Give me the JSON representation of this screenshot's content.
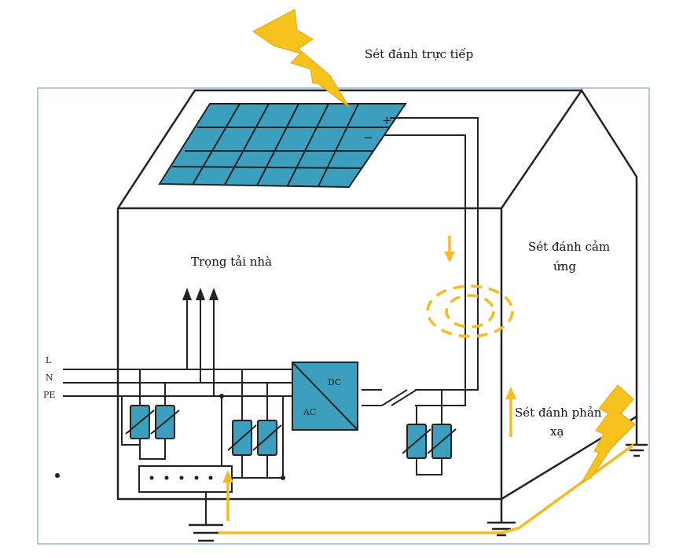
{
  "labels": {
    "direct_strike": "Sét đánh trực tiếp",
    "house_load": "Trọng tải nhà",
    "induced_strike_line1": "Sét đánh cảm",
    "induced_strike_line2": "ứng",
    "reflected_strike_line1": "Sét đánh phản",
    "reflected_strike_line2": "xạ"
  },
  "lines": {
    "l": "L",
    "n": "N",
    "pe": "PE"
  },
  "inverter": {
    "dc": "DC",
    "ac": "AC"
  },
  "panel_terminals": {
    "plus": "+",
    "minus": "−"
  },
  "colors": {
    "lightning": "#f8c21e",
    "surge_path": "#f6bb22",
    "solar_panel": "#3d9fbe",
    "wire": "#222222"
  }
}
